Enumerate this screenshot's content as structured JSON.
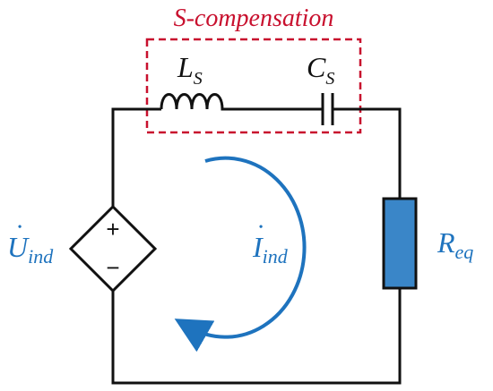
{
  "compensation_label": "S-compensation",
  "inductor": {
    "symbol": "L",
    "subscript": "S"
  },
  "capacitor": {
    "symbol": "C",
    "subscript": "S"
  },
  "source": {
    "symbol": "U",
    "subscript": "ind",
    "dot": "•"
  },
  "current": {
    "symbol": "I",
    "subscript": "ind",
    "dot": "•"
  },
  "resistor": {
    "symbol": "R",
    "subscript": "eq"
  },
  "source_signs": {
    "plus": "+",
    "minus": "−"
  },
  "colors": {
    "wire": "#111111",
    "compensation_box": "#c8102e",
    "current_arrow": "#1e73be",
    "resistor_fill": "#3a86c8",
    "text_blue": "#1e73be"
  },
  "icons": {
    "inductor": "inductor-coil-icon",
    "capacitor": "capacitor-icon",
    "source": "dependent-voltage-source-icon",
    "resistor": "resistor-icon",
    "current_arrow": "circular-current-arrow-icon"
  }
}
